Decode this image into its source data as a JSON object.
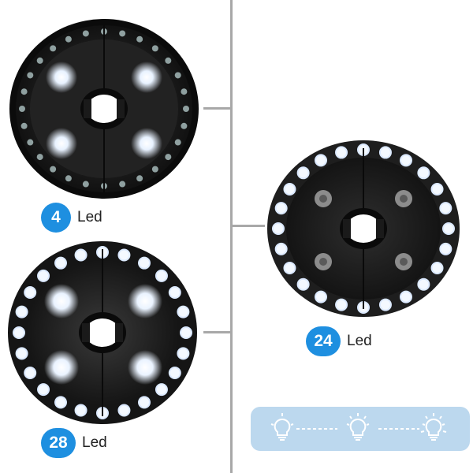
{
  "products": [
    {
      "id": "top-left",
      "count": "4",
      "unit": "Led",
      "accent": "#1e8fe0"
    },
    {
      "id": "bottom-left",
      "count": "28",
      "unit": "Led",
      "accent": "#1e8fe0"
    },
    {
      "id": "right",
      "count": "24",
      "unit": "Led",
      "accent": "#1e8fe0"
    }
  ],
  "legend": {
    "icons": [
      "bulb-icon-1",
      "bulb-icon-2",
      "bulb-icon-3"
    ],
    "background": "#bcd8ee",
    "stroke": "#ffffff"
  },
  "colors": {
    "badge": "#1e8fe0",
    "divider": "#a8a8a8",
    "light_body": "#1b1b1b"
  }
}
